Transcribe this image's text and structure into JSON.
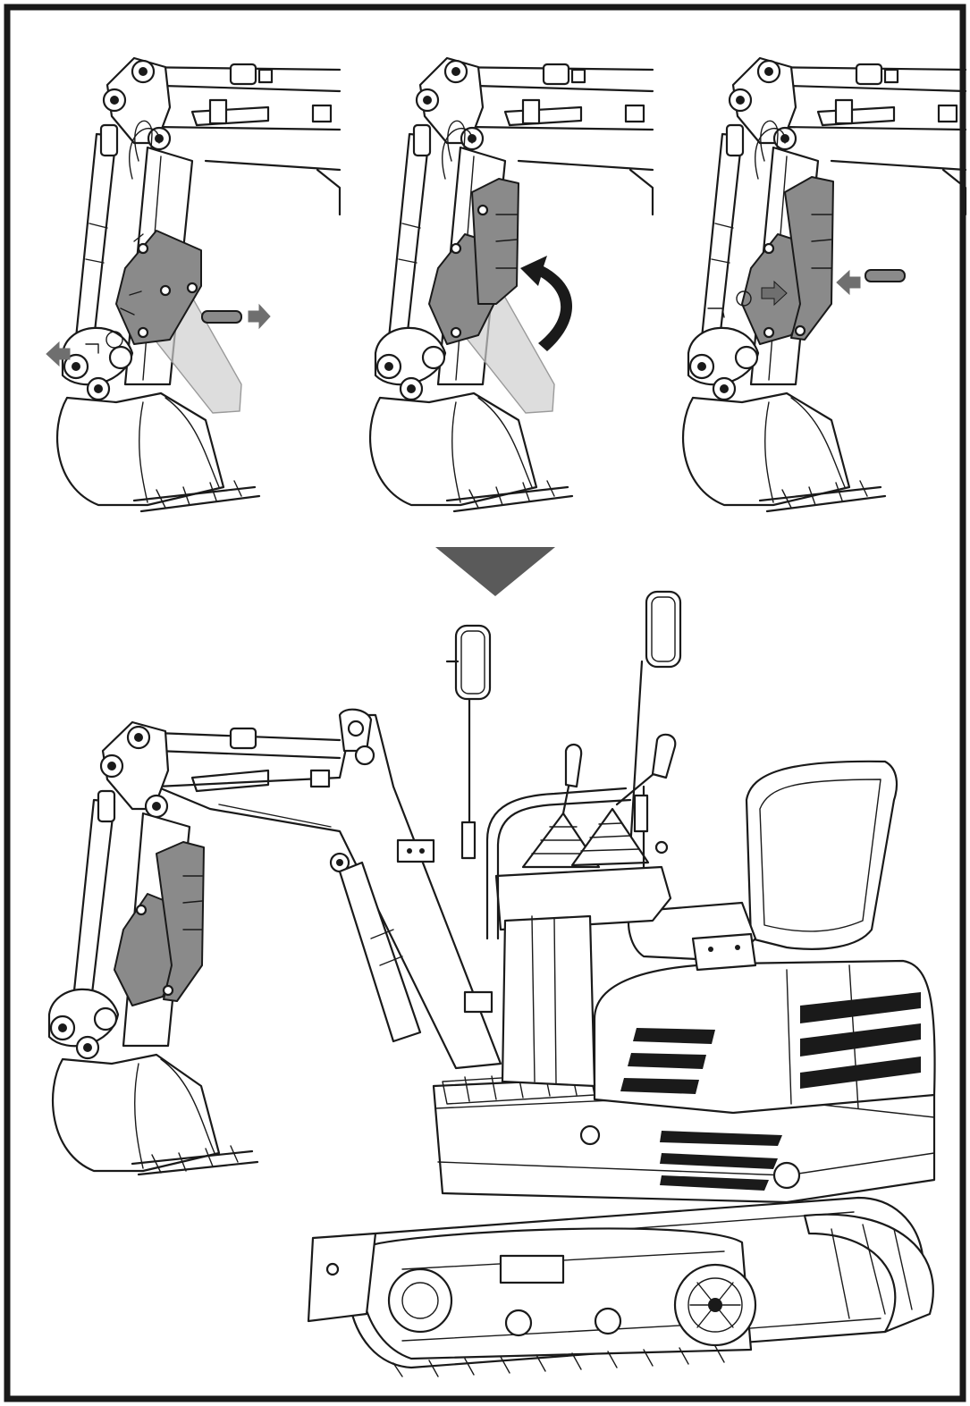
{
  "figure": {
    "type": "assembly-instruction-illustration",
    "frame_color": "#1a1a1a",
    "background_color": "#ffffff",
    "part_highlight_color": "#8a8a8a",
    "arrow_fill_color": "#6f6f6f",
    "step_arrow_color": "#5a5a5a",
    "steps": [
      {
        "step": 1,
        "depicts": "remove-pin",
        "arrows": [
          "pull-out-arrow",
          "remove-clip-arrow"
        ],
        "icon": "hitch-bracket-lowered"
      },
      {
        "step": 2,
        "depicts": "rotate-bracket-up",
        "arrows": [
          "curved-rotate-arrow"
        ],
        "icon": "hitch-bracket-rotating"
      },
      {
        "step": 3,
        "depicts": "reinsert-pin",
        "arrows": [
          "push-in-arrow",
          "insert-clip-arrow"
        ],
        "icon": "hitch-bracket-stowed"
      }
    ],
    "result": {
      "depicts": "mini-excavator-with-stowed-bracket",
      "icon": "mini-excavator"
    }
  }
}
